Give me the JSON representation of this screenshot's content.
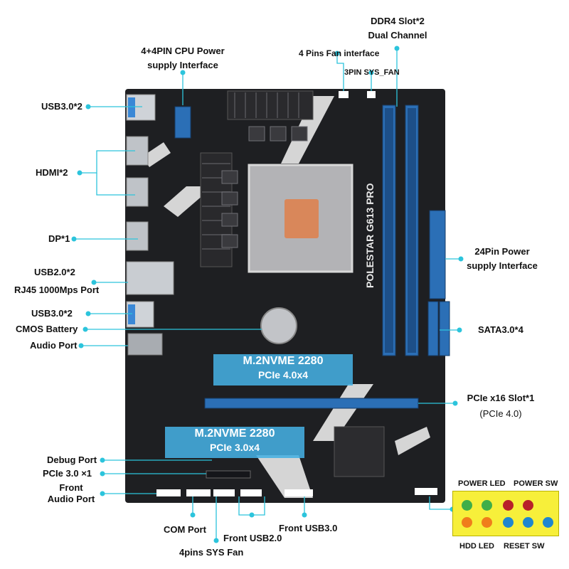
{
  "labels": {
    "cpu_power": "4+4PIN CPU Power",
    "cpu_power_2": "supply Interface",
    "ddr4": "DDR4 Slot*2",
    "ddr4_2": "Dual Channel",
    "fan4": "4 Pins Fan interface",
    "fan3": "3PIN SYS_FAN",
    "usb30_top": "USB3.0*2",
    "hdmi": "HDMI*2",
    "dp": "DP*1",
    "usb20": "USB2.0*2",
    "rj45": "RJ45 1000Mps Port",
    "usb30_mid": "USB3.0*2",
    "cmos": "CMOS Battery",
    "audio": "Audio Port",
    "atx24": "24Pin Power",
    "atx24_2": "supply Interface",
    "sata": "SATA3.0*4",
    "pcie16": "PCIe x16 Slot*1",
    "pcie16_2": "(PCIe 4.0)",
    "debug": "Debug Port",
    "pcie1": "PCIe 3.0 ×1",
    "front_audio": "Front",
    "front_audio_2": "Audio Port",
    "com": "COM Port",
    "front_usb20": "Front USB2.0",
    "front_usb30": "Front USB3.0",
    "sys_fan4": "4pins SYS Fan"
  },
  "board": {
    "model": "POLESTAR G613 PRO",
    "m2_top_title": "M.2NVME 2280",
    "m2_top_sub": "PCIe 4.0x4",
    "m2_bottom_title": "M.2NVME 2280",
    "m2_bottom_sub": "PCIe 3.0x4"
  },
  "front_panel": {
    "power_led": "POWER LED",
    "power_sw": "POWER SW",
    "hdd_led": "HDD LED",
    "reset_sw": "RESET SW"
  },
  "colors": {
    "accent_line": "#2cc4dc",
    "board": "#1f1f22",
    "dimm": "#2b6fb6",
    "pin_panel": "#f7ef3a"
  }
}
